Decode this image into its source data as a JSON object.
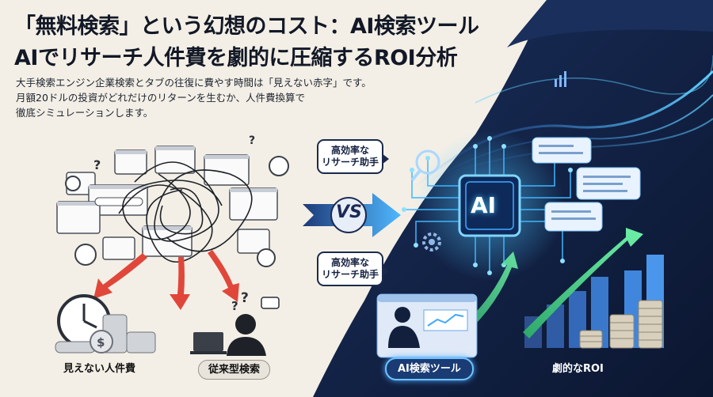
{
  "title": {
    "line1": "「無料検索」という幻想のコスト：AI検索ツール",
    "line2": "AIでリサーチ人件費を劇的に圧縮するROI分析"
  },
  "subtitle": {
    "line1": "大手検索エンジン企業検索とタブの往復に費やす時間は「見えない赤字」です。",
    "line2": "月額20ドルの投資がどれだけのリターンを生むか、人件費換算で",
    "line3": "徹底シミュレーションします。"
  },
  "bubble_top": {
    "line1": "高効率な",
    "line2": "リサーチ助手"
  },
  "bubble_bottom": {
    "line1": "高効率な",
    "line2": "リサーチ助手"
  },
  "vs_label": "VS",
  "chip_label": "AI",
  "labels": {
    "hidden_cost": "見えない人件費",
    "traditional_search": "従来型検索",
    "ai_search_tool": "AI検索ツール",
    "dramatic_roi": "劇的なROI"
  },
  "colors": {
    "dark_bg": "#0f1d3d",
    "cream_bg": "#f3efe6",
    "accent_blue": "#3fa9ff",
    "accent_green": "#3ddc84",
    "warning_red": "#e0473a"
  }
}
